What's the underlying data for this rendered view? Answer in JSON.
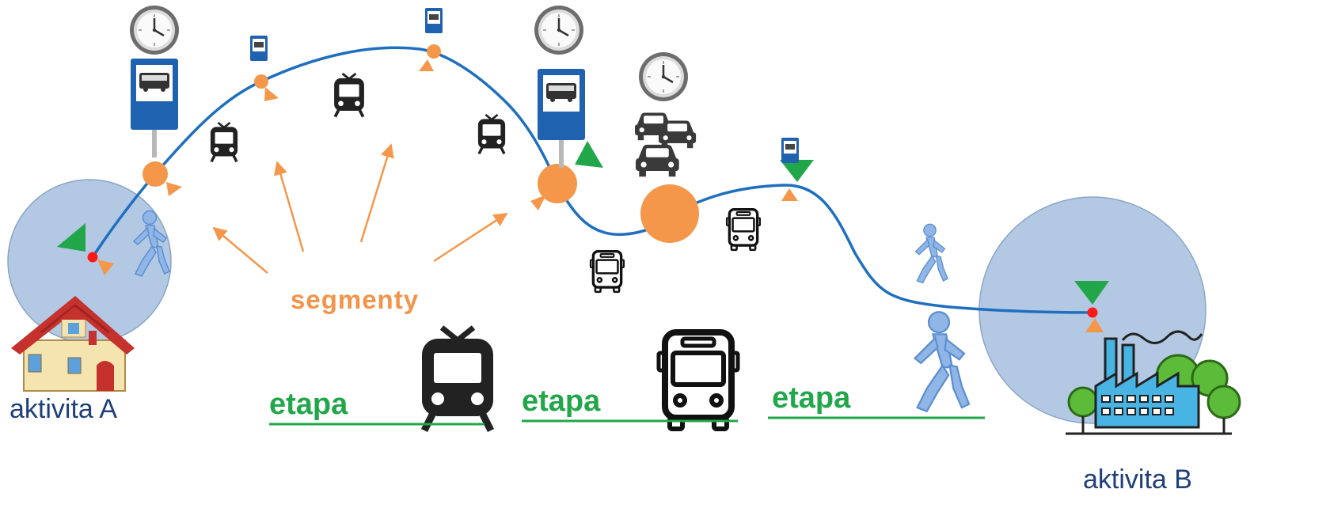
{
  "diagram": {
    "labels": {
      "activity_a": "aktivita A",
      "activity_b": "aktivita B",
      "segments": "segmenty",
      "stage_1": "etapa",
      "stage_2": "etapa",
      "stage_3": "etapa"
    },
    "icons": {
      "clock": "clock-icon",
      "bus_stop": "bus-stop-sign-icon",
      "tram": "tram-icon",
      "bus": "bus-icon",
      "cars": "traffic-jam-icon",
      "walker": "pedestrian-icon",
      "house": "house-icon",
      "factory": "factory-icon"
    },
    "colors": {
      "route": "#1f6fbf",
      "segment_node": "#f5974a",
      "segment_arrow": "#f5974a",
      "stage_green": "#22a64a",
      "activity_circle": "#b3c8e3",
      "activity_point": "#ff1a1a",
      "label_blue": "#1f3f7a"
    }
  }
}
